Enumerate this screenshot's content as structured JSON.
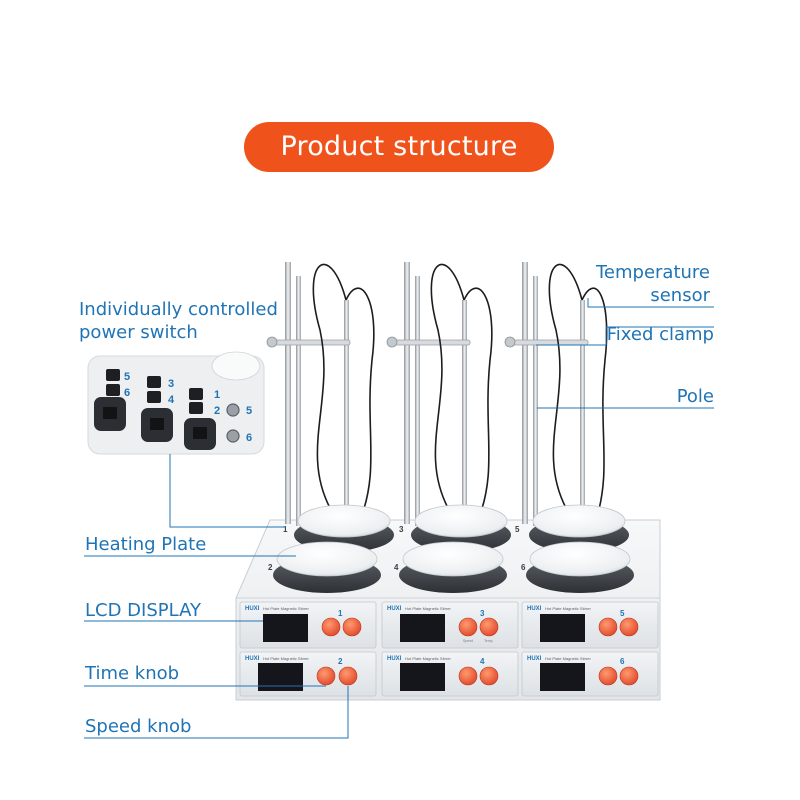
{
  "title": "Product structure",
  "labels": {
    "power_switch_line1": "Individually controlled",
    "power_switch_line2": "power switch",
    "temperature_sensor_line1": "Temperature",
    "temperature_sensor_line2": "sensor",
    "fixed_clamp": "Fixed clamp",
    "pole": "Pole",
    "heating_plate": "Heating Plate",
    "lcd_display": "LCD DISPLAY",
    "time_knob": "Time knob",
    "speed_knob": "Speed knob"
  },
  "device": {
    "brand": "HUXI",
    "model": "Hot Plate Magnetic Stirrer",
    "stations": [
      "1",
      "2",
      "3",
      "4",
      "5",
      "6"
    ],
    "knob_captions": [
      "Speed",
      "Temp"
    ]
  },
  "switch_panel": {
    "switch_numbers": [
      "5",
      "6",
      "3",
      "4",
      "1",
      "2"
    ],
    "port_numbers": [
      "5",
      "6"
    ]
  },
  "colors": {
    "banner": "#f0521c",
    "label_text": "#1f74b6",
    "knob": "#f0603a",
    "screen": "#14161c"
  }
}
